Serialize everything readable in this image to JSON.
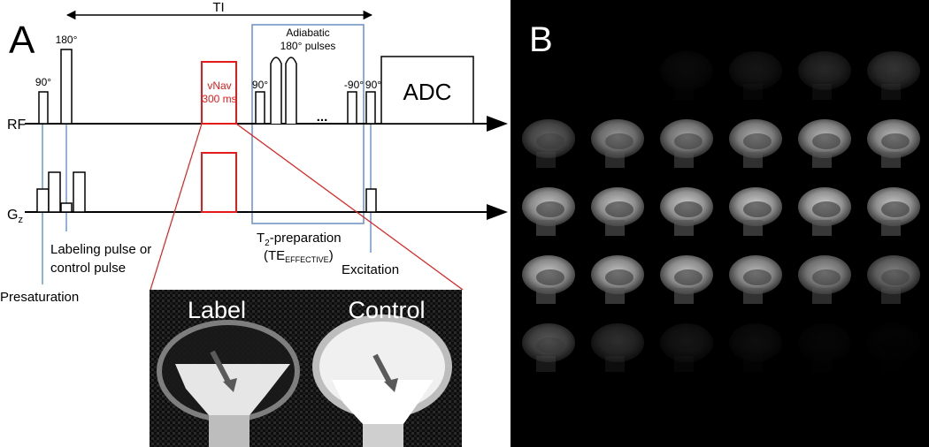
{
  "panel_a": {
    "letter": "A",
    "ti_label": "TI",
    "adiabatic_label_line1": "Adiabatic",
    "adiabatic_label_line2": "180° pulses",
    "angle_90_presat": "90°",
    "angle_180_label": "180°",
    "angle_90_t2prep": "90°",
    "angle_neg90": "-90°",
    "angle_90_exc": "90°",
    "vnav_line1": "vNav",
    "vnav_line2": "300 ms",
    "adc_label": "ADC",
    "ellipsis": "...",
    "rf_axis": "RF",
    "gz_axis_main": "G",
    "gz_axis_sub": "z",
    "labeling_line1": "Labeling pulse or",
    "labeling_line2": "control pulse",
    "presaturation": "Presaturation",
    "t2prep_main": "T",
    "t2prep_sub": "2",
    "t2prep_rest": "-preparation",
    "te_open": "(TE",
    "te_sub": "EFFECTIVE",
    "te_close": ")",
    "excitation": "Excitation",
    "inset_label": "Label",
    "inset_control": "Control",
    "colors": {
      "vnav": "#e31b1b",
      "timing_lines": "#6a9ad6",
      "t2prep_box": "#6a8fbf"
    }
  },
  "panel_b": {
    "letter": "B",
    "grid_rows": 5,
    "grid_cols": 6,
    "slice_intensity": [
      [
        0.0,
        0.0,
        0.05,
        0.1,
        0.18,
        0.25
      ],
      [
        0.45,
        0.7,
        0.75,
        0.8,
        0.85,
        0.85
      ],
      [
        0.9,
        0.92,
        0.95,
        0.95,
        0.95,
        0.92
      ],
      [
        0.9,
        0.9,
        0.9,
        0.85,
        0.75,
        0.6
      ],
      [
        0.4,
        0.22,
        0.1,
        0.06,
        0.03,
        0.02
      ]
    ]
  }
}
